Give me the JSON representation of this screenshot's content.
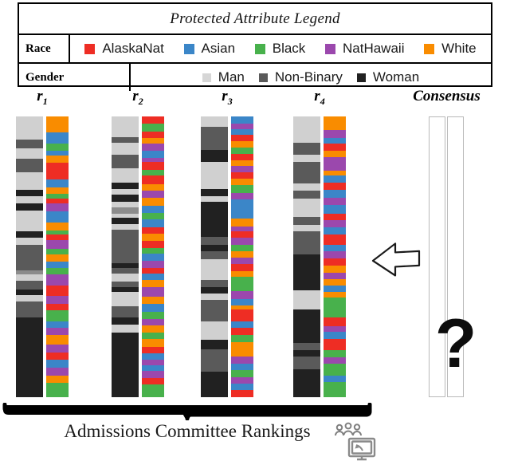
{
  "legend": {
    "title": "Protected Attribute Legend",
    "rows": [
      {
        "label": "Race",
        "items": [
          {
            "name": "AlaskaNat",
            "color": "#ee2d24"
          },
          {
            "name": "Asian",
            "color": "#3b86c8"
          },
          {
            "name": "Black",
            "color": "#48b14c"
          },
          {
            "name": "NatHawaii",
            "color": "#9b48ad"
          },
          {
            "name": "White",
            "color": "#f98c00"
          }
        ]
      },
      {
        "label": "Gender",
        "items": [
          {
            "name": "Man",
            "color": "#d6d6d6"
          },
          {
            "name": "Non-Binary",
            "color": "#5a5a5a"
          },
          {
            "name": "Woman",
            "color": "#212121"
          }
        ]
      }
    ]
  },
  "rankers": [
    {
      "id": "r1",
      "label": "r",
      "subscript": "1",
      "gender": [
        {
          "color": "#d0d0d0",
          "h": 29
        },
        {
          "color": "#5a5a5a",
          "h": 11
        },
        {
          "color": "#d0d0d0",
          "h": 13
        },
        {
          "color": "#5a5a5a",
          "h": 17
        },
        {
          "color": "#d0d0d0",
          "h": 22
        },
        {
          "color": "#212121",
          "h": 8
        },
        {
          "color": "#d0d0d0",
          "h": 9
        },
        {
          "color": "#212121",
          "h": 9
        },
        {
          "color": "#d0d0d0",
          "h": 26
        },
        {
          "color": "#212121",
          "h": 8
        },
        {
          "color": "#d0d0d0",
          "h": 9
        },
        {
          "color": "#5a5a5a",
          "h": 32
        },
        {
          "color": "#8c8c8c",
          "h": 5
        },
        {
          "color": "#d0d0d0",
          "h": 8
        },
        {
          "color": "#5a5a5a",
          "h": 10
        },
        {
          "color": "#212121",
          "h": 7
        },
        {
          "color": "#d0d0d0",
          "h": 8
        },
        {
          "color": "#5a5a5a",
          "h": 20
        },
        {
          "color": "#212121",
          "h": 100
        }
      ],
      "race": [
        {
          "color": "#f98c00",
          "h": 24
        },
        {
          "color": "#3b86c8",
          "h": 17
        },
        {
          "color": "#48b14c",
          "h": 10
        },
        {
          "color": "#3b86c8",
          "h": 8
        },
        {
          "color": "#f98c00",
          "h": 11
        },
        {
          "color": "#ee2d24",
          "h": 25
        },
        {
          "color": "#3b86c8",
          "h": 12
        },
        {
          "color": "#f98c00",
          "h": 9
        },
        {
          "color": "#48b14c",
          "h": 8
        },
        {
          "color": "#ee2d24",
          "h": 7
        },
        {
          "color": "#9b48ad",
          "h": 12
        },
        {
          "color": "#3b86c8",
          "h": 17
        },
        {
          "color": "#f98c00",
          "h": 11
        },
        {
          "color": "#48b14c",
          "h": 7
        },
        {
          "color": "#ee2d24",
          "h": 8
        },
        {
          "color": "#9b48ad",
          "h": 13
        },
        {
          "color": "#48b14c",
          "h": 8
        },
        {
          "color": "#f98c00",
          "h": 11
        },
        {
          "color": "#3b86c8",
          "h": 10
        },
        {
          "color": "#48b14c",
          "h": 9
        },
        {
          "color": "#9b48ad",
          "h": 17
        },
        {
          "color": "#ee2d24",
          "h": 16
        },
        {
          "color": "#9b48ad",
          "h": 12
        },
        {
          "color": "#ee2d24",
          "h": 9
        },
        {
          "color": "#48b14c",
          "h": 17
        },
        {
          "color": "#3b86c8",
          "h": 10
        },
        {
          "color": "#9b48ad",
          "h": 11
        },
        {
          "color": "#f98c00",
          "h": 14
        },
        {
          "color": "#9b48ad",
          "h": 12
        },
        {
          "color": "#ee2d24",
          "h": 11
        },
        {
          "color": "#3b86c8",
          "h": 12
        },
        {
          "color": "#9b48ad",
          "h": 12
        },
        {
          "color": "#f98c00",
          "h": 11
        },
        {
          "color": "#48b14c",
          "h": 21
        }
      ]
    },
    {
      "id": "r2",
      "label": "r",
      "subscript": "2",
      "gender": [
        {
          "color": "#d0d0d0",
          "h": 30
        },
        {
          "color": "#5a5a5a",
          "h": 9
        },
        {
          "color": "#d0d0d0",
          "h": 17
        },
        {
          "color": "#5a5a5a",
          "h": 20
        },
        {
          "color": "#d0d0d0",
          "h": 21
        },
        {
          "color": "#212121",
          "h": 9
        },
        {
          "color": "#d0d0d0",
          "h": 8
        },
        {
          "color": "#212121",
          "h": 11
        },
        {
          "color": "#d0d0d0",
          "h": 8
        },
        {
          "color": "#8c8c8c",
          "h": 9
        },
        {
          "color": "#d0d0d0",
          "h": 6
        },
        {
          "color": "#212121",
          "h": 9
        },
        {
          "color": "#d0d0d0",
          "h": 9
        },
        {
          "color": "#5a5a5a",
          "h": 48
        },
        {
          "color": "#212121",
          "h": 8
        },
        {
          "color": "#5a5a5a",
          "h": 8
        },
        {
          "color": "#d0d0d0",
          "h": 11
        },
        {
          "color": "#5a5a5a",
          "h": 8
        },
        {
          "color": "#212121",
          "h": 8
        },
        {
          "color": "#d0d0d0",
          "h": 20
        },
        {
          "color": "#5a5a5a",
          "h": 17
        },
        {
          "color": "#212121",
          "h": 10
        },
        {
          "color": "#d0d0d0",
          "h": 12
        },
        {
          "color": "#212121",
          "h": 94
        }
      ],
      "race": [
        {
          "color": "#ee2d24",
          "h": 14
        },
        {
          "color": "#48b14c",
          "h": 14
        },
        {
          "color": "#ee2d24",
          "h": 12
        },
        {
          "color": "#f98c00",
          "h": 11
        },
        {
          "color": "#9b48ad",
          "h": 13
        },
        {
          "color": "#3b86c8",
          "h": 13
        },
        {
          "color": "#9b48ad",
          "h": 8
        },
        {
          "color": "#ee2d24",
          "h": 14
        },
        {
          "color": "#48b14c",
          "h": 10
        },
        {
          "color": "#ee2d24",
          "h": 17
        },
        {
          "color": "#f98c00",
          "h": 12
        },
        {
          "color": "#9b48ad",
          "h": 13
        },
        {
          "color": "#f98c00",
          "h": 15
        },
        {
          "color": "#3b86c8",
          "h": 13
        },
        {
          "color": "#48b14c",
          "h": 11
        },
        {
          "color": "#3b86c8",
          "h": 15
        },
        {
          "color": "#ee2d24",
          "h": 12
        },
        {
          "color": "#f98c00",
          "h": 14
        },
        {
          "color": "#ee2d24",
          "h": 13
        },
        {
          "color": "#48b14c",
          "h": 11
        },
        {
          "color": "#3b86c8",
          "h": 12
        },
        {
          "color": "#9b48ad",
          "h": 14
        },
        {
          "color": "#ee2d24",
          "h": 10
        },
        {
          "color": "#3b86c8",
          "h": 12
        },
        {
          "color": "#f98c00",
          "h": 14
        },
        {
          "color": "#9b48ad",
          "h": 17
        },
        {
          "color": "#f98c00",
          "h": 14
        },
        {
          "color": "#3b86c8",
          "h": 15
        },
        {
          "color": "#48b14c",
          "h": 12
        },
        {
          "color": "#9b48ad",
          "h": 12
        },
        {
          "color": "#f98c00",
          "h": 13
        },
        {
          "color": "#48b14c",
          "h": 12
        },
        {
          "color": "#f98c00",
          "h": 16
        },
        {
          "color": "#ee2d24",
          "h": 11
        },
        {
          "color": "#3b86c8",
          "h": 12
        },
        {
          "color": "#9b48ad",
          "h": 10
        },
        {
          "color": "#3b86c8",
          "h": 11
        },
        {
          "color": "#9b48ad",
          "h": 13
        },
        {
          "color": "#ee2d24",
          "h": 12
        },
        {
          "color": "#48b14c",
          "h": 23
        }
      ]
    },
    {
      "id": "r3",
      "label": "r",
      "subscript": "3",
      "gender": [
        {
          "color": "#d0d0d0",
          "h": 14
        },
        {
          "color": "#5a5a5a",
          "h": 32
        },
        {
          "color": "#212121",
          "h": 17
        },
        {
          "color": "#d0d0d0",
          "h": 37
        },
        {
          "color": "#212121",
          "h": 10
        },
        {
          "color": "#d0d0d0",
          "h": 8
        },
        {
          "color": "#212121",
          "h": 48
        },
        {
          "color": "#5a5a5a",
          "h": 11
        },
        {
          "color": "#212121",
          "h": 9
        },
        {
          "color": "#5a5a5a",
          "h": 11
        },
        {
          "color": "#d0d0d0",
          "h": 28
        },
        {
          "color": "#5a5a5a",
          "h": 10
        },
        {
          "color": "#212121",
          "h": 9
        },
        {
          "color": "#d0d0d0",
          "h": 9
        },
        {
          "color": "#5a5a5a",
          "h": 10
        },
        {
          "color": "#5a5a5a",
          "h": 20
        },
        {
          "color": "#d0d0d0",
          "h": 25
        },
        {
          "color": "#212121",
          "h": 13
        },
        {
          "color": "#5a5a5a",
          "h": 31
        },
        {
          "color": "#212121",
          "h": 35
        }
      ],
      "race": [
        {
          "color": "#3b86c8",
          "h": 13
        },
        {
          "color": "#9b48ad",
          "h": 11
        },
        {
          "color": "#3b86c8",
          "h": 10
        },
        {
          "color": "#ee2d24",
          "h": 12
        },
        {
          "color": "#f98c00",
          "h": 13
        },
        {
          "color": "#48b14c",
          "h": 11
        },
        {
          "color": "#ee2d24",
          "h": 12
        },
        {
          "color": "#f98c00",
          "h": 10
        },
        {
          "color": "#9b48ad",
          "h": 13
        },
        {
          "color": "#ee2d24",
          "h": 12
        },
        {
          "color": "#f98c00",
          "h": 12
        },
        {
          "color": "#48b14c",
          "h": 14
        },
        {
          "color": "#9b48ad",
          "h": 13
        },
        {
          "color": "#3b86c8",
          "h": 36
        },
        {
          "color": "#f98c00",
          "h": 14
        },
        {
          "color": "#9b48ad",
          "h": 9
        },
        {
          "color": "#ee2d24",
          "h": 13
        },
        {
          "color": "#9b48ad",
          "h": 13
        },
        {
          "color": "#48b14c",
          "h": 12
        },
        {
          "color": "#f98c00",
          "h": 12
        },
        {
          "color": "#9b48ad",
          "h": 12
        },
        {
          "color": "#ee2d24",
          "h": 13
        },
        {
          "color": "#f98c00",
          "h": 11
        },
        {
          "color": "#48b14c",
          "h": 27
        },
        {
          "color": "#9b48ad",
          "h": 15
        },
        {
          "color": "#3b86c8",
          "h": 12
        },
        {
          "color": "#f98c00",
          "h": 7
        },
        {
          "color": "#ee2d24",
          "h": 22
        },
        {
          "color": "#3b86c8",
          "h": 13
        },
        {
          "color": "#ee2d24",
          "h": 13
        },
        {
          "color": "#48b14c",
          "h": 13
        },
        {
          "color": "#f98c00",
          "h": 27
        },
        {
          "color": "#9b48ad",
          "h": 13
        },
        {
          "color": "#3b86c8",
          "h": 13
        },
        {
          "color": "#48b14c",
          "h": 13
        },
        {
          "color": "#9b48ad",
          "h": 12
        },
        {
          "color": "#3b86c8",
          "h": 12
        },
        {
          "color": "#ee2d24",
          "h": 13
        }
      ]
    },
    {
      "id": "r4",
      "label": "r",
      "subscript": "4",
      "gender": [
        {
          "color": "#d0d0d0",
          "h": 40
        },
        {
          "color": "#5a5a5a",
          "h": 18
        },
        {
          "color": "#d0d0d0",
          "h": 10
        },
        {
          "color": "#5a5a5a",
          "h": 32
        },
        {
          "color": "#d0d0d0",
          "h": 11
        },
        {
          "color": "#5a5a5a",
          "h": 12
        },
        {
          "color": "#d0d0d0",
          "h": 28
        },
        {
          "color": "#5a5a5a",
          "h": 12
        },
        {
          "color": "#d0d0d0",
          "h": 9
        },
        {
          "color": "#5a5a5a",
          "h": 35
        },
        {
          "color": "#212121",
          "h": 54
        },
        {
          "color": "#d0d0d0",
          "h": 29
        },
        {
          "color": "#212121",
          "h": 50
        },
        {
          "color": "#5a5a5a",
          "h": 11
        },
        {
          "color": "#212121",
          "h": 9
        },
        {
          "color": "#5a5a5a",
          "h": 19
        },
        {
          "color": "#212121",
          "h": 42
        }
      ],
      "race": [
        {
          "color": "#f98c00",
          "h": 25
        },
        {
          "color": "#9b48ad",
          "h": 14
        },
        {
          "color": "#3b86c8",
          "h": 11
        },
        {
          "color": "#ee2d24",
          "h": 13
        },
        {
          "color": "#f98c00",
          "h": 12
        },
        {
          "color": "#9b48ad",
          "h": 25
        },
        {
          "color": "#f98c00",
          "h": 9
        },
        {
          "color": "#3b86c8",
          "h": 13
        },
        {
          "color": "#ee2d24",
          "h": 13
        },
        {
          "color": "#3b86c8",
          "h": 14
        },
        {
          "color": "#9b48ad",
          "h": 14
        },
        {
          "color": "#3b86c8",
          "h": 15
        },
        {
          "color": "#ee2d24",
          "h": 13
        },
        {
          "color": "#9b48ad",
          "h": 13
        },
        {
          "color": "#3b86c8",
          "h": 12
        },
        {
          "color": "#ee2d24",
          "h": 20
        },
        {
          "color": "#3b86c8",
          "h": 12
        },
        {
          "color": "#9b48ad",
          "h": 13
        },
        {
          "color": "#ee2d24",
          "h": 13
        },
        {
          "color": "#f98c00",
          "h": 13
        },
        {
          "color": "#9b48ad",
          "h": 12
        },
        {
          "color": "#f98c00",
          "h": 12
        },
        {
          "color": "#3b86c8",
          "h": 11
        },
        {
          "color": "#f98c00",
          "h": 11
        },
        {
          "color": "#48b14c",
          "h": 36
        },
        {
          "color": "#ee2d24",
          "h": 16
        },
        {
          "color": "#9b48ad",
          "h": 11
        },
        {
          "color": "#3b86c8",
          "h": 12
        },
        {
          "color": "#ee2d24",
          "h": 21
        },
        {
          "color": "#48b14c",
          "h": 13
        },
        {
          "color": "#9b48ad",
          "h": 12
        },
        {
          "color": "#48b14c",
          "h": 22
        },
        {
          "color": "#3b86c8",
          "h": 11
        },
        {
          "color": "#48b14c",
          "h": 28
        }
      ]
    }
  ],
  "consensus": {
    "title": "Consensus",
    "unknown_marker": "?"
  },
  "caption": {
    "text": "Admissions Committee Rankings",
    "icon": "people-screen-icon"
  },
  "chart_data": {
    "type": "bar",
    "title": "Protected Attribute Legend",
    "categories": [
      "r1",
      "r2",
      "r3",
      "r4",
      "Consensus"
    ],
    "legend_position": "top",
    "grid": false,
    "note": "Stacked vertical attribute ribbons: each ranker r_i shows a gender ribbon (left) and race ribbon (right); Consensus is empty/unknown."
  }
}
